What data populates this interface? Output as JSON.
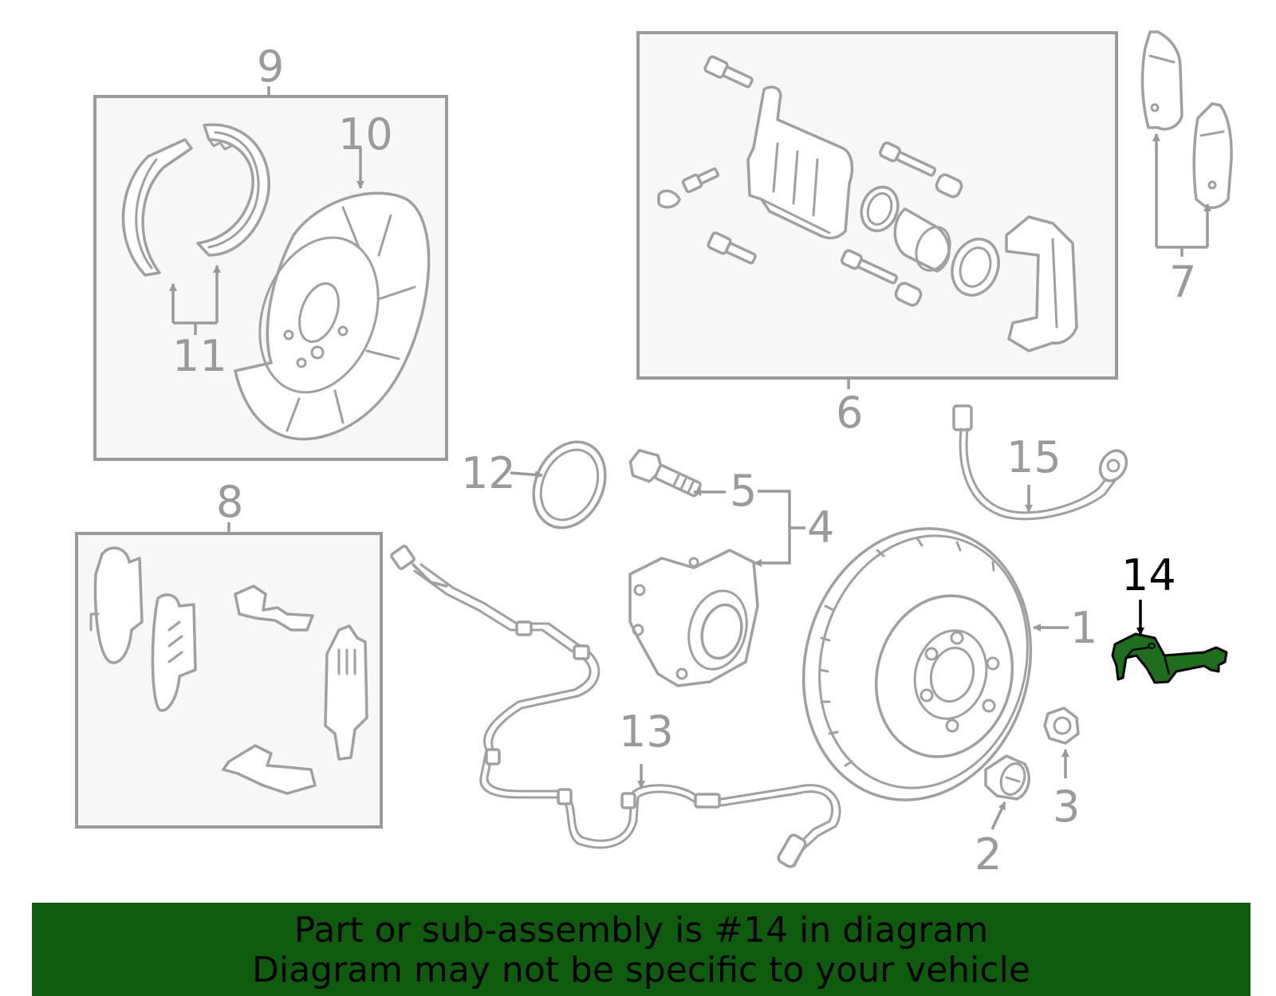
{
  "callouts": {
    "c1": "1",
    "c2": "2",
    "c3": "3",
    "c4": "4",
    "c5": "5",
    "c6": "6",
    "c7": "7",
    "c8": "8",
    "c9": "9",
    "c10": "10",
    "c11": "11",
    "c12": "12",
    "c13": "13",
    "c14": "14",
    "c15": "15"
  },
  "highlighted_part": "14",
  "colors": {
    "highlight": "#0f5c0f",
    "line": "#a0a0a0",
    "box_fill": "#f7f7f7"
  },
  "banner": {
    "line1": "Part or sub-assembly is #14 in diagram",
    "line2": "Diagram may not be specific to your vehicle"
  }
}
